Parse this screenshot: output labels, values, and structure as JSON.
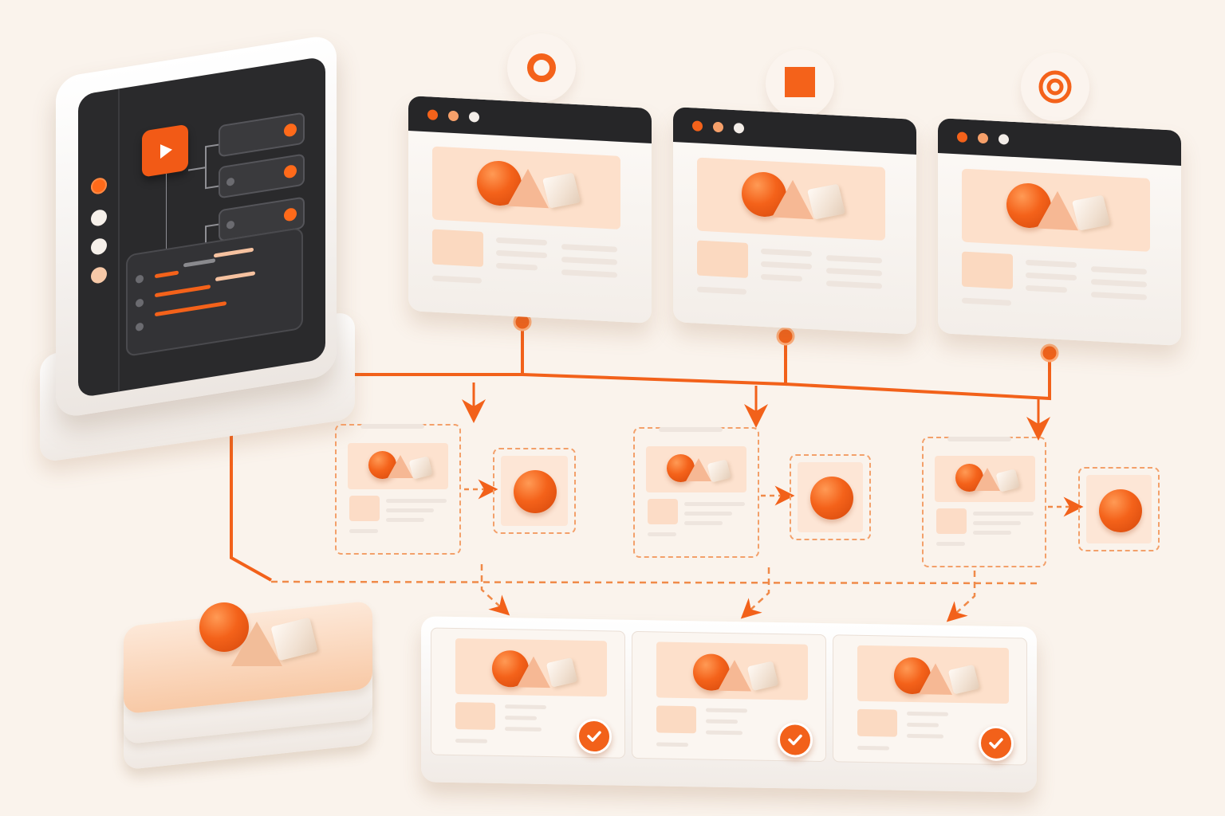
{
  "colors": {
    "accent": "#f4621a",
    "dark_panel": "#262628",
    "peach": "#fde0cb",
    "background": "#faf3ec"
  },
  "source_monitor": {
    "icons": [
      "play-icon"
    ],
    "sidebar_dots": [
      "orange",
      "white",
      "white",
      "peach"
    ],
    "node_rows": 3,
    "code_lines": 3
  },
  "browser_windows": [
    {
      "badge_icon": "ring-icon"
    },
    {
      "badge_icon": "square-icon"
    },
    {
      "badge_icon": "target-icon"
    }
  ],
  "processing_steps": [
    {
      "crop_icon": "sphere-crop"
    },
    {
      "crop_icon": "sphere-crop"
    },
    {
      "crop_icon": "sphere-crop"
    }
  ],
  "results": [
    {
      "status_icon": "check-icon"
    },
    {
      "status_icon": "check-icon"
    },
    {
      "status_icon": "check-icon"
    }
  ],
  "asset_stack": {
    "layers": 3,
    "icon": "shapes-stack-icon"
  }
}
